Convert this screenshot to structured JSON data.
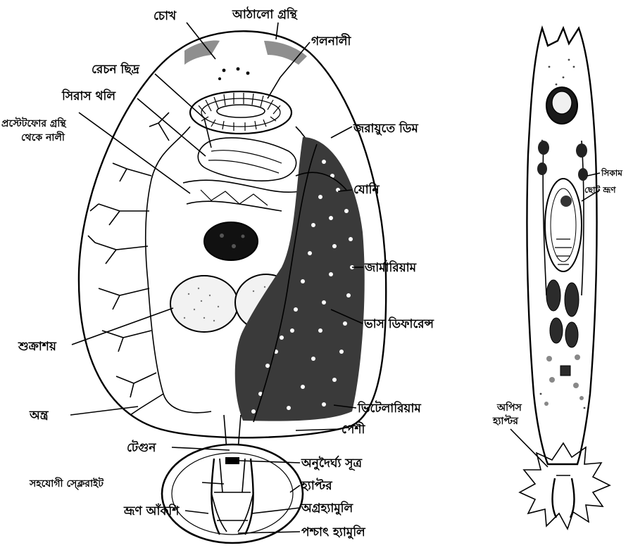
{
  "labels": {
    "chokh": "চোখ",
    "athalo_granthi": "আঠালো গ্রন্থি",
    "galanali": "গলনালী",
    "rechan_chhidra": "রেচন ছিদ্র",
    "siras_thali": "সিরাস থলি",
    "granthi_nali_line1": "প্রস্টেটফোর গ্রন্থি",
    "granthi_nali_line2": "থেকে নালী",
    "jarayute_dim": "জরায়ুতে ডিম",
    "yoni": "যোনি",
    "jarmariyam": "জার্মারিয়াম",
    "vas_deferens": "ভাস ডিফারেন্স",
    "shukrashay": "শুক্রাশয়",
    "antra": "অন্ত্র",
    "vitelariyam": "ভিটেলারিয়াম",
    "peshi": "পেশী",
    "teguna": "টেগুন",
    "anudairghya_sutra": "অনুদৈর্ঘ্য সূত্র",
    "sahayogi_sclerite": "সহযোগী স্ক্লেরাইট",
    "haptor": "হ্যাপ্টর",
    "bhrun_akashi": "ভ্রূণ আঁকশি",
    "agra_hyamuli": "অগ্রহ্যামুলি",
    "pashchat_hyamuli": "পশ্চাৎ হ্যামুলি",
    "sikam": "সিকাম",
    "chhoto_bhrun": "ছোট ভ্রূণ",
    "opis_line1": "অপিস",
    "opis_line2": "হ্যাপ্টর"
  }
}
